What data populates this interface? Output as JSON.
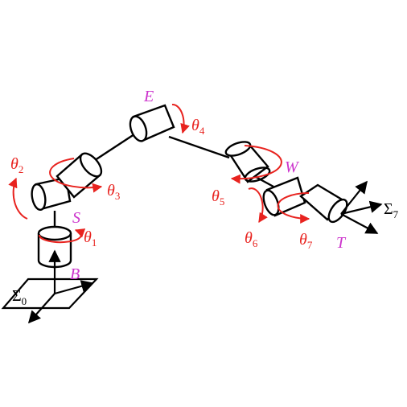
{
  "colors": {
    "ink": "#000000",
    "rotation": "#e8231f",
    "joint_label": "#cc33cc",
    "background": "#ffffff"
  },
  "joints": {
    "base": "B",
    "shoulder": "S",
    "elbow": "E",
    "wrist": "W",
    "tool": "T"
  },
  "frames": {
    "base": {
      "symbol": "Σ",
      "index": "0"
    },
    "tool": {
      "symbol": "Σ",
      "index": "7"
    }
  },
  "angles": [
    {
      "id": "theta1",
      "symbol": "θ",
      "index": "1"
    },
    {
      "id": "theta2",
      "symbol": "θ",
      "index": "2"
    },
    {
      "id": "theta3",
      "symbol": "θ",
      "index": "3"
    },
    {
      "id": "theta4",
      "symbol": "θ",
      "index": "4"
    },
    {
      "id": "theta5",
      "symbol": "θ",
      "index": "5"
    },
    {
      "id": "theta6",
      "symbol": "θ",
      "index": "6"
    },
    {
      "id": "theta7",
      "symbol": "θ",
      "index": "7"
    }
  ]
}
